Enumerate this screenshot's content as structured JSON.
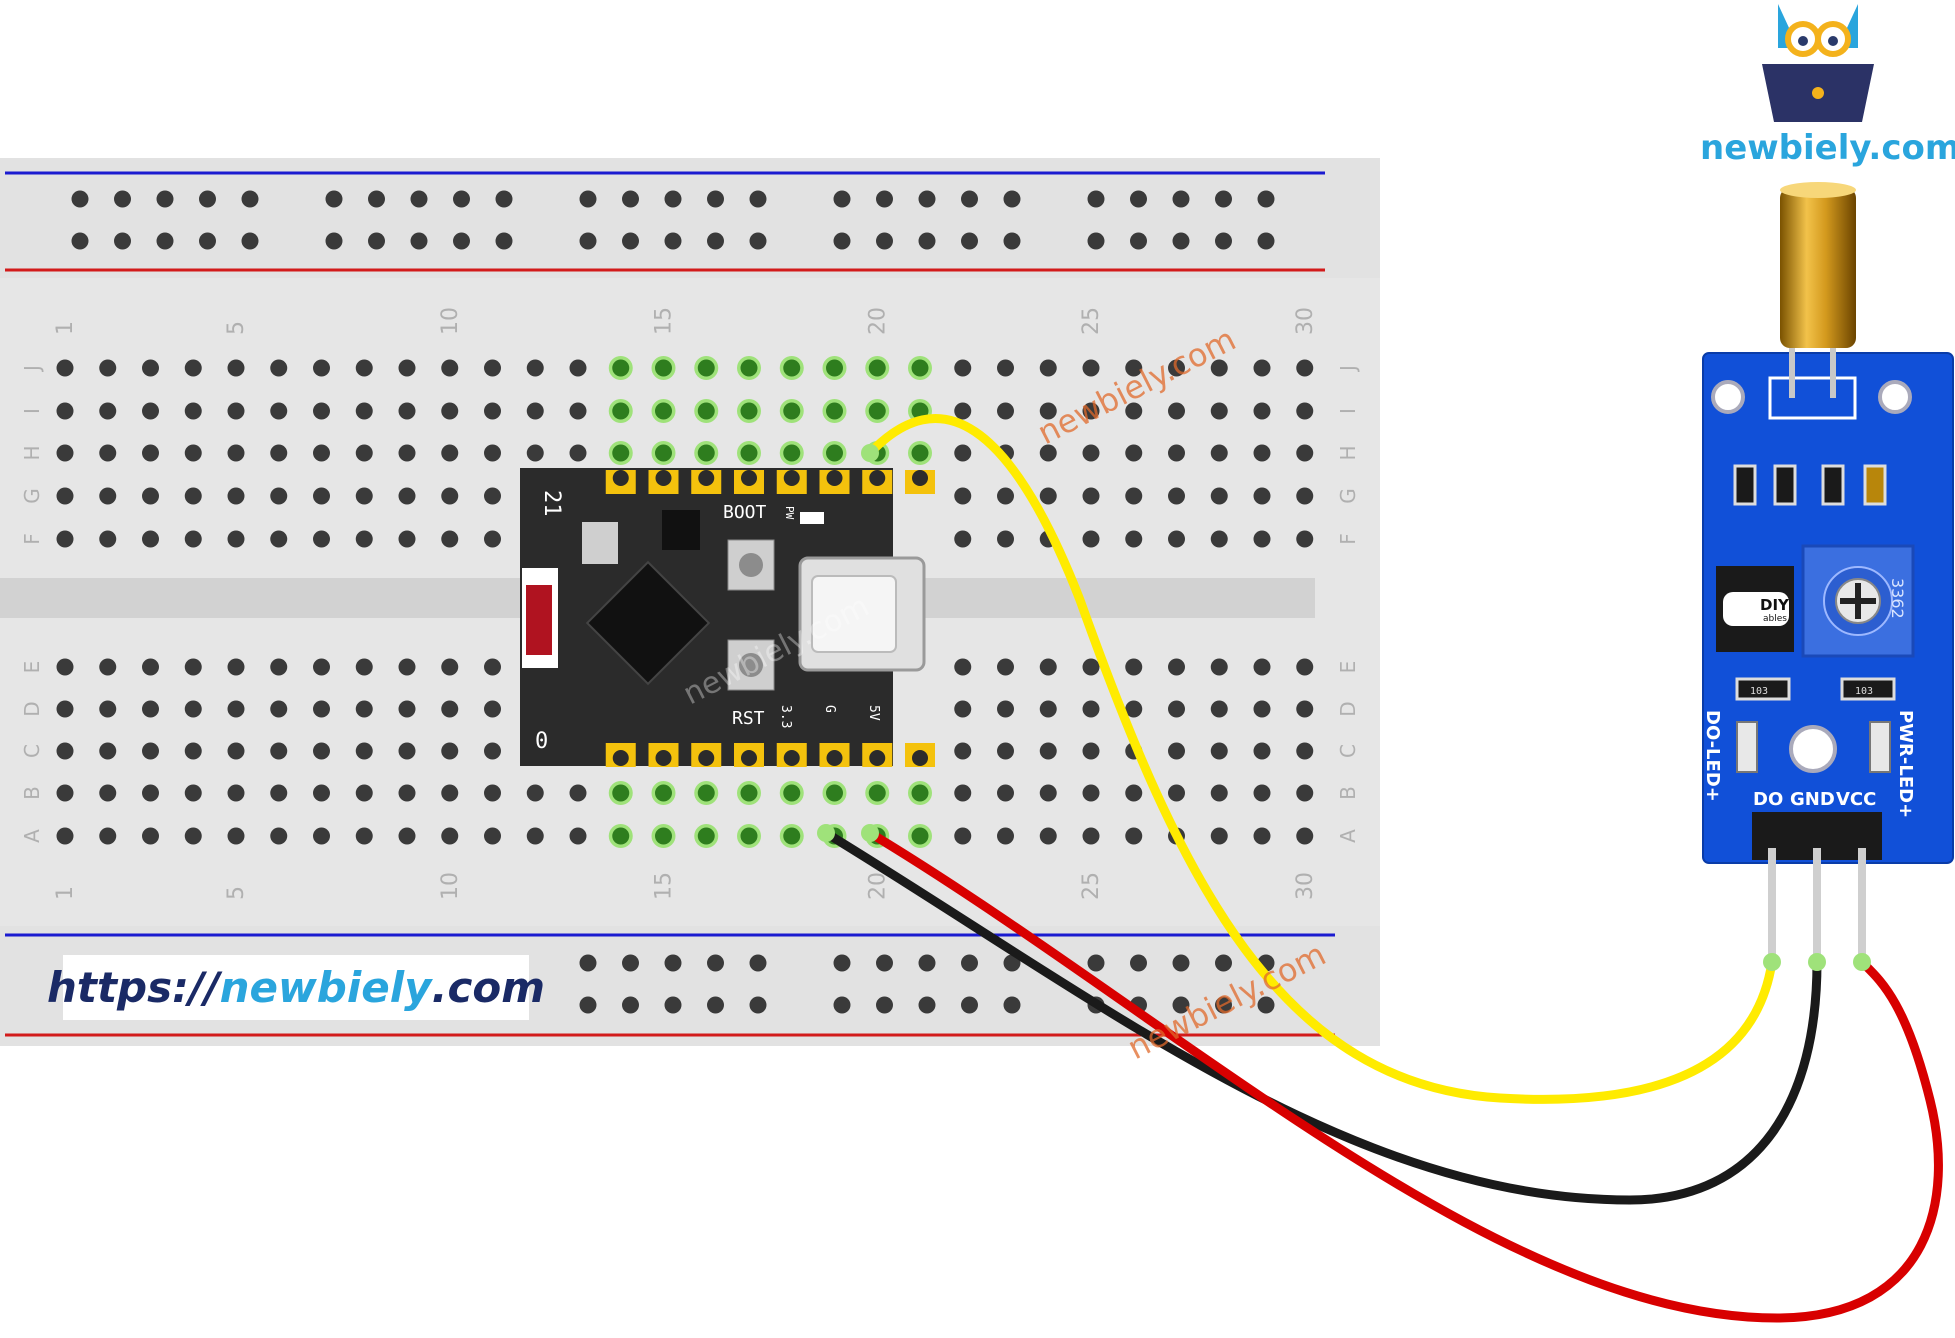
{
  "branding": {
    "logo_text": "newbiely.com",
    "url_prefix": "https://",
    "url_name": "newbiely",
    "url_suffix": ".com",
    "watermark": "newbiely.com"
  },
  "breadboard": {
    "column_numbers": [
      "1",
      "5",
      "10",
      "15",
      "20",
      "25",
      "30"
    ],
    "top_row_letters": [
      "J",
      "I",
      "H",
      "G",
      "F"
    ],
    "bottom_row_letters": [
      "E",
      "D",
      "C",
      "B",
      "A"
    ]
  },
  "microcontroller": {
    "top_pin_label": "21",
    "bottom_pin_label": "0",
    "boot_label": "BOOT",
    "rst_label": "RST",
    "pin_labels": [
      "3.3",
      "G",
      "5V"
    ],
    "pwr_label": "PW"
  },
  "sensor": {
    "ic_brand": "DIY",
    "ic_brand_sub": "ables",
    "pot_label": "3362",
    "resistor_label": "103",
    "do_led_label": "DO-LED+",
    "pwr_led_label": "PWR-LED+",
    "pin_labels": [
      "DO",
      "GND",
      "VCC"
    ]
  },
  "colors": {
    "board": "#e6e6e6",
    "rail_blue": "#1b1bd0",
    "rail_red": "#d21b1b",
    "pcb_mcu": "#2b2b2b",
    "pcb_sensor": "#1150d8",
    "wire_signal": "#ffeb00",
    "wire_gnd": "#1a1a1a",
    "wire_power": "#d80000",
    "brand_blue": "#2aa5dd",
    "watermark": "#e06a2b"
  }
}
